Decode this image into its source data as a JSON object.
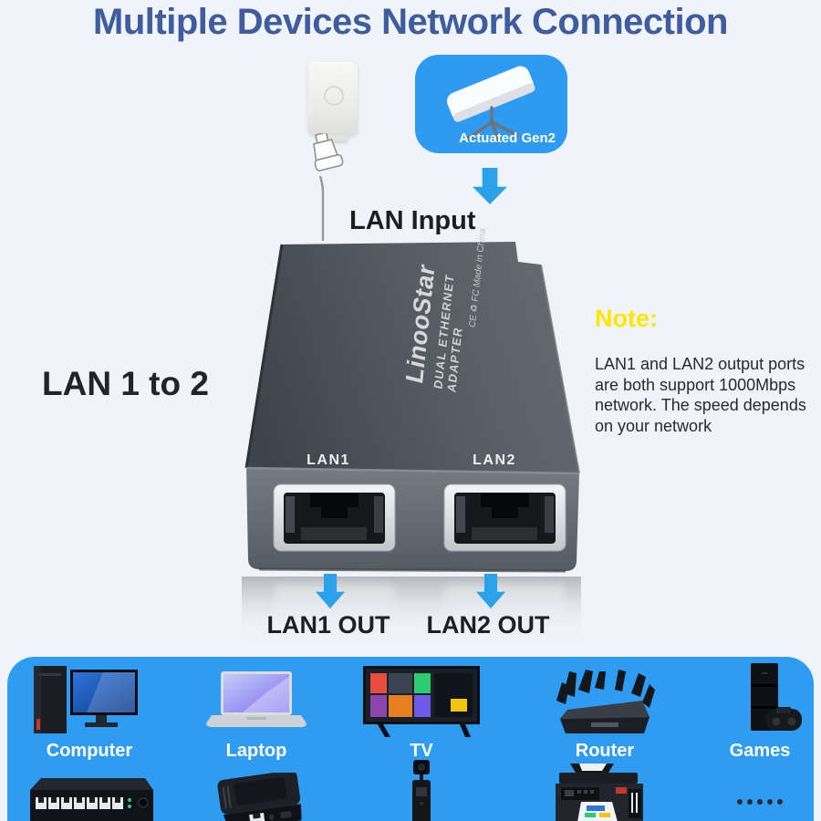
{
  "title": "Multiple Devices Network Connection",
  "colors": {
    "title_blue": "#3e5c9e",
    "panel_blue": "#2f9cf4",
    "arrow_blue": "#2aa2ea",
    "note_yellow": "#ffe600",
    "device_gray": "#54585f"
  },
  "top": {
    "satellite_label": "Actuated Gen2",
    "lan_input_label": "LAN Input"
  },
  "left_label": "LAN 1 to 2",
  "note": {
    "title": "Note:",
    "body": "LAN1 and LAN2 output ports\nare both support 1000Mbps\nnetwork. The speed depends\non your network"
  },
  "device": {
    "brand": "LinooStar",
    "subtitle": "DUAL ETHERNET ADAPTER",
    "certs": "CE ♻ FC  Made in China",
    "port1_label": "LAN1",
    "port2_label": "LAN2"
  },
  "outputs": {
    "lan1": "LAN1 OUT",
    "lan2": "LAN2 OUT"
  },
  "devices_row": [
    {
      "label": "Computer"
    },
    {
      "label": "Laptop"
    },
    {
      "label": "TV"
    },
    {
      "label": "Router"
    },
    {
      "label": "Games"
    }
  ]
}
